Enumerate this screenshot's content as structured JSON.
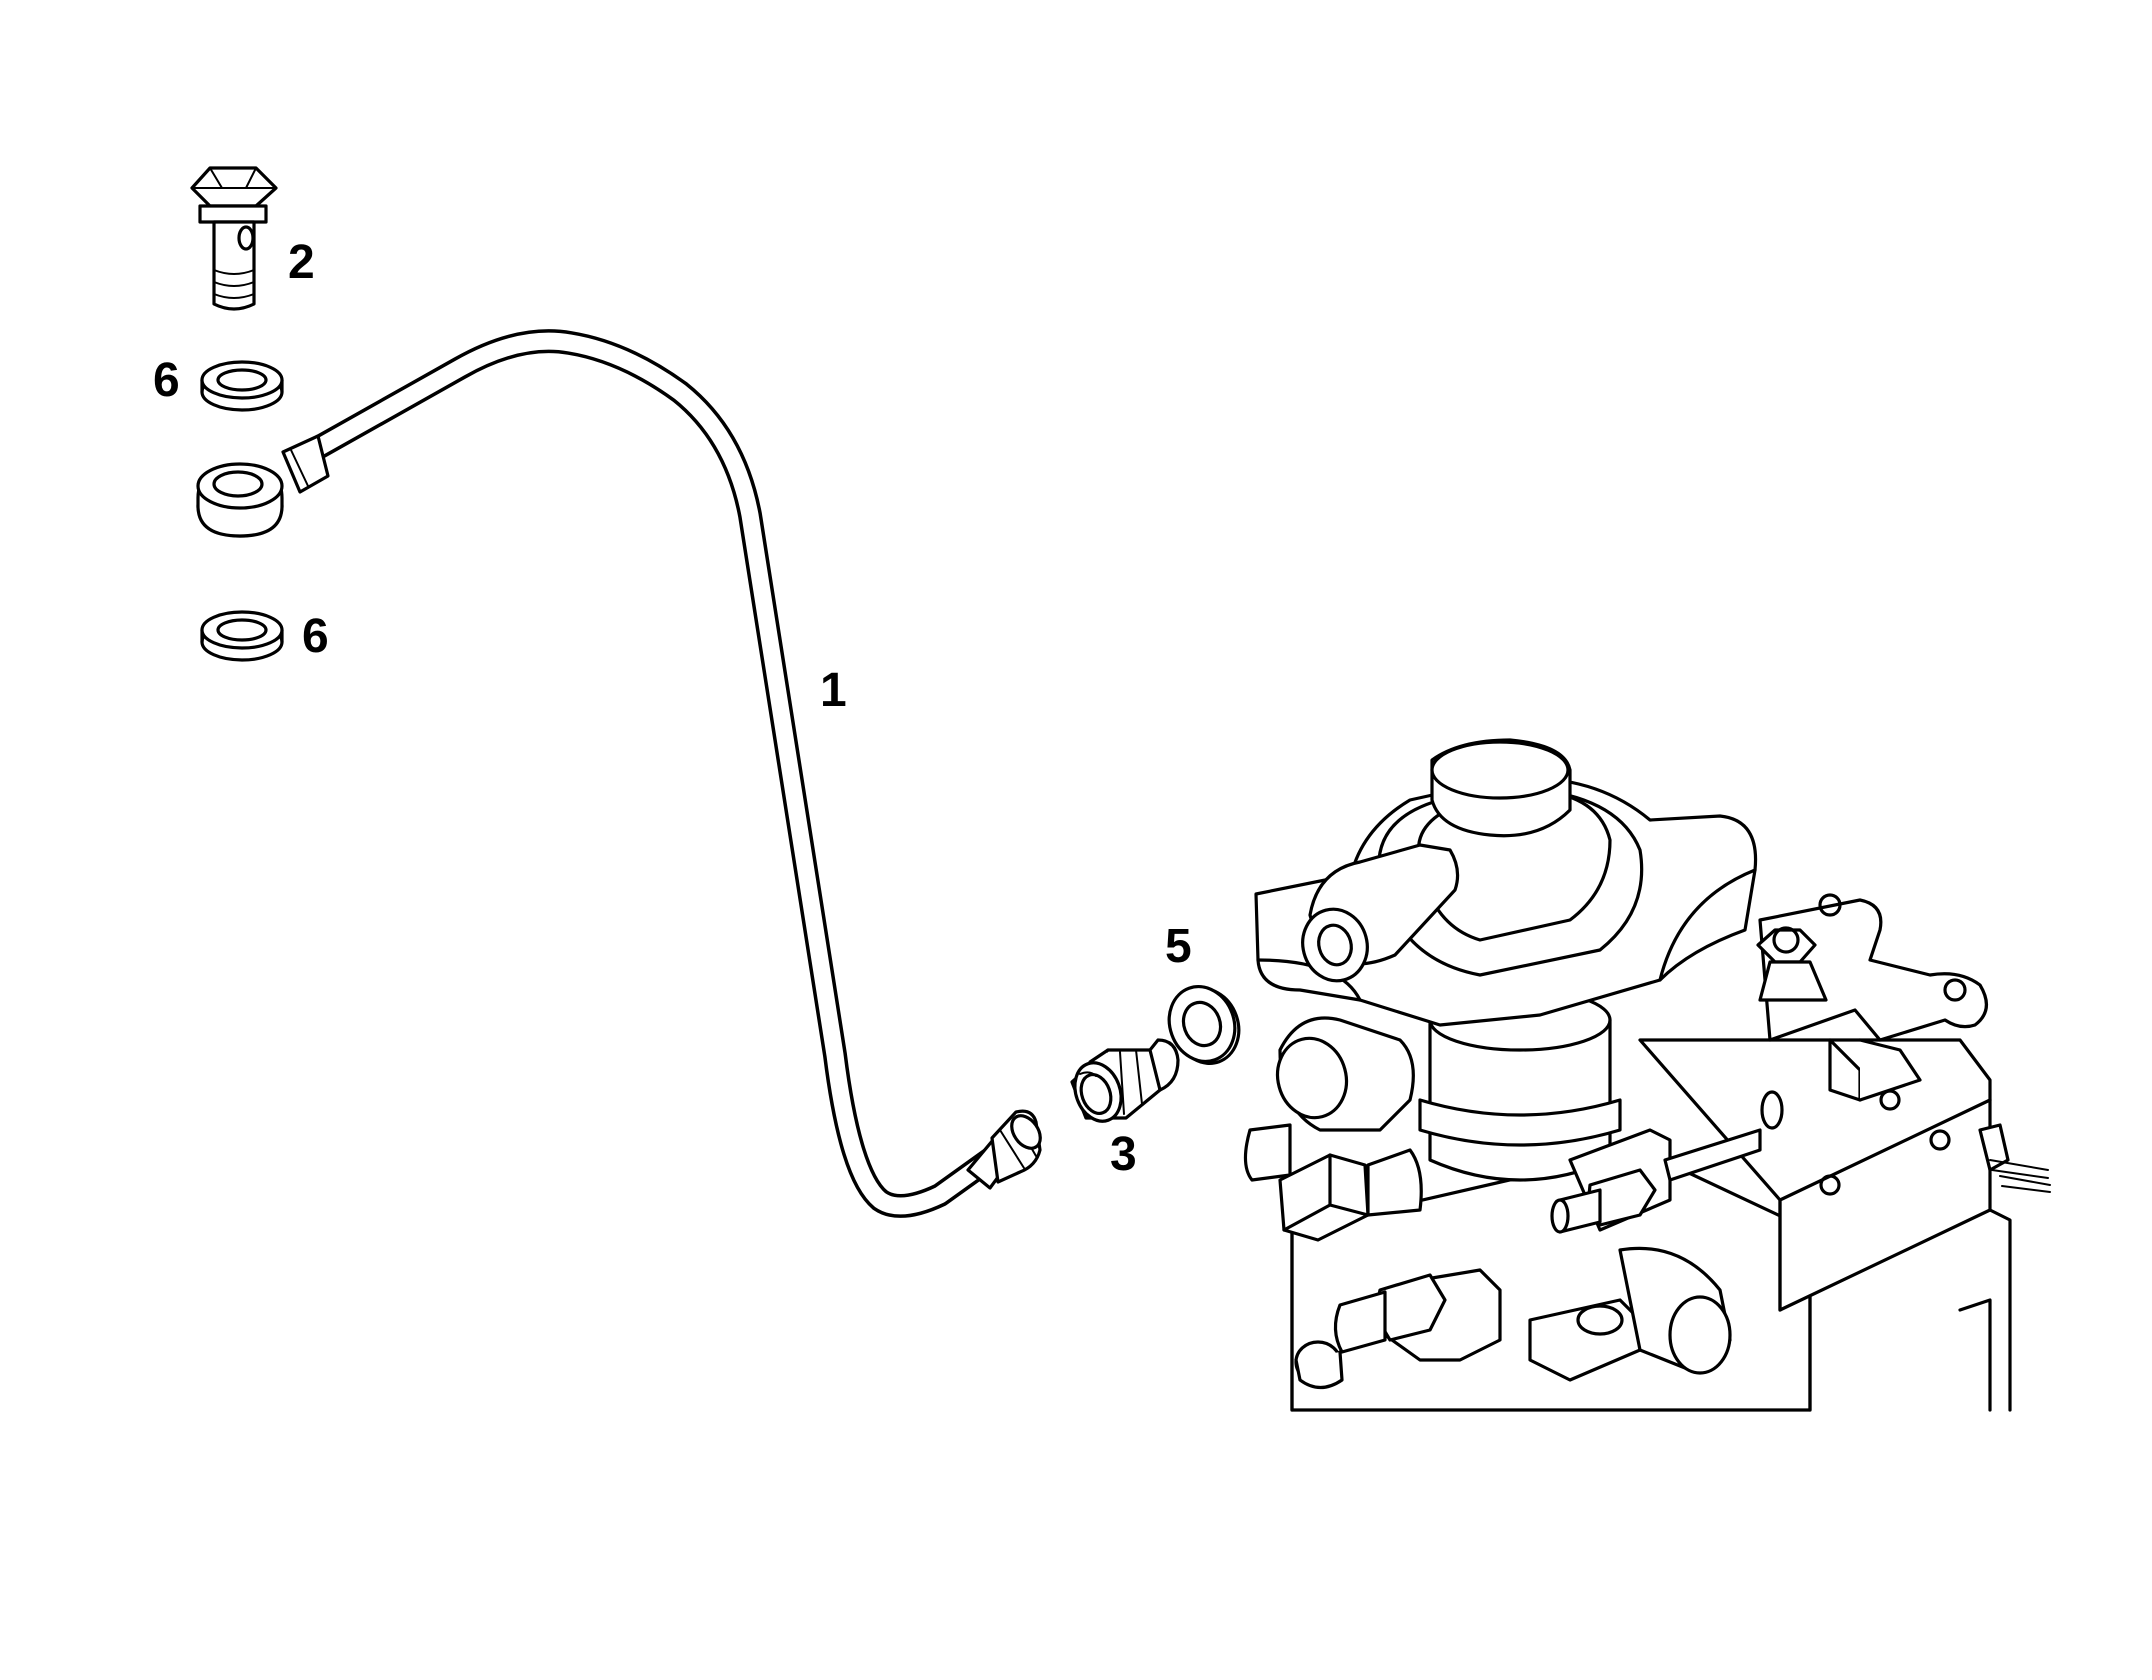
{
  "callouts": {
    "pipe": "1",
    "banjo_bolt": "2",
    "union": "3",
    "washer": "5",
    "seal_upper": "6",
    "seal_lower": "6"
  }
}
